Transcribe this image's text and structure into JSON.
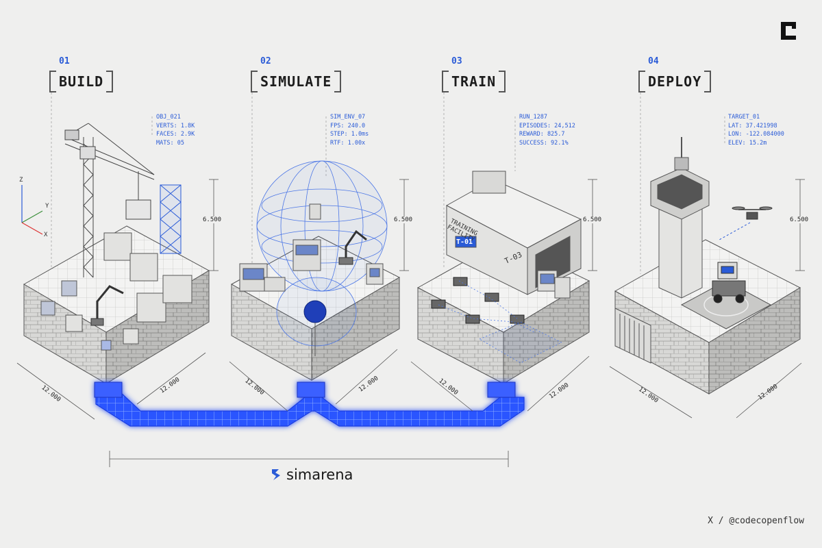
{
  "steps": [
    {
      "num": "01",
      "title": "BUILD",
      "meta": [
        "OBJ_021",
        "VERTS: 1.8K",
        "FACES: 2.9K",
        "MATS: 05"
      ],
      "height": "6.500",
      "width_left": "12.000",
      "width_right": "12.000"
    },
    {
      "num": "02",
      "title": "SIMULATE",
      "meta": [
        "SIM_ENV_07",
        "FPS: 240.0",
        "STEP: 1.0ms",
        "RTF: 1.00x"
      ],
      "height": "6.500",
      "width_left": "12.000",
      "width_right": "12.000"
    },
    {
      "num": "03",
      "title": "TRAIN",
      "meta": [
        "RUN_1287",
        "EPISODES: 24,512",
        "REWARD: 825.7",
        "SUCCESS: 92.1%"
      ],
      "height": "6.500",
      "width_left": "12.000",
      "width_right": "12.000"
    },
    {
      "num": "04",
      "title": "DEPLOY",
      "meta": [
        "TARGET_01",
        "LAT: 37.421998",
        "LON: -122.084000",
        "ELEV: 15.2m"
      ],
      "height": "6.500",
      "width_left": "12.000",
      "width_right": "12.000"
    }
  ],
  "axes": {
    "z": "Z",
    "y": "Y",
    "x": "X"
  },
  "facility": {
    "line1": "TRAINING",
    "line2": "FACILITY",
    "badge": "T-01",
    "door": "T-03"
  },
  "brand": {
    "name": "simarena"
  },
  "credit": "X / @codecopenflow",
  "colors": {
    "accent": "#2a5bd7",
    "glow": "#1f4fff",
    "ink": "#222222",
    "background": "#efefee"
  },
  "icons": [
    "crane-icon",
    "dome-icon",
    "training-facility-icon",
    "control-tower-icon",
    "drone-icon",
    "simarena-logo-icon",
    "corner-logo-icon"
  ]
}
